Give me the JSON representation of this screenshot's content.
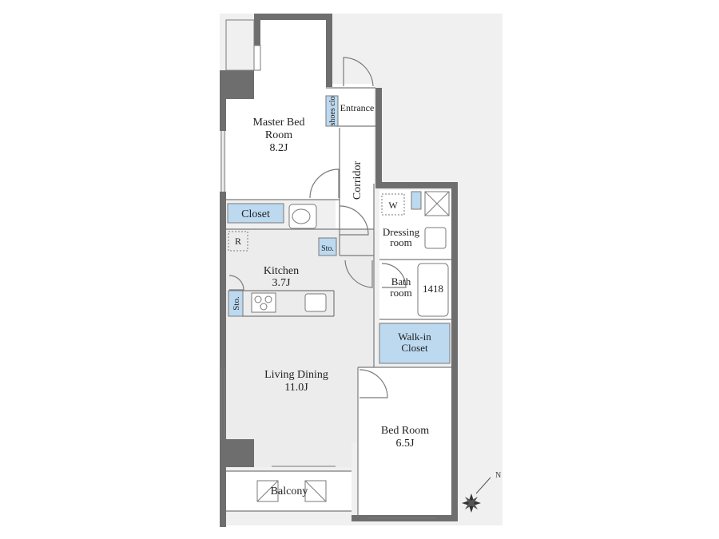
{
  "rooms": {
    "master_bed": {
      "name_line1": "Master Bed",
      "name_line2": "Room",
      "size": "8.2J"
    },
    "entrance": "Entrance",
    "shoes_closet": "shoes clo",
    "corridor": "Corridor",
    "closet": "Closet",
    "storage_hall": "Sto.",
    "storage_kitchen": "Sto.",
    "refrigerator": "R",
    "washer": "W",
    "dressing": {
      "line1": "Dressing",
      "line2": "room"
    },
    "kitchen": {
      "name": "Kitchen",
      "size": "3.7J"
    },
    "bath": {
      "line1": "Bath",
      "line2": "room",
      "unit": "1418"
    },
    "walk_in_closet": {
      "line1": "Walk-in",
      "line2": "Closet"
    },
    "living_dining": {
      "name": "Living Dining",
      "size": "11.0J"
    },
    "bed_room": {
      "name": "Bed Room",
      "size": "6.5J"
    },
    "balcony": "Balcony"
  },
  "compass": {
    "north_label": "N"
  },
  "colors": {
    "wall": "#6e6e6e",
    "floor": "#efefef",
    "closet_fill": "#bcd9f0",
    "background": "#f0f0f0",
    "line": "#7a7a7a"
  }
}
